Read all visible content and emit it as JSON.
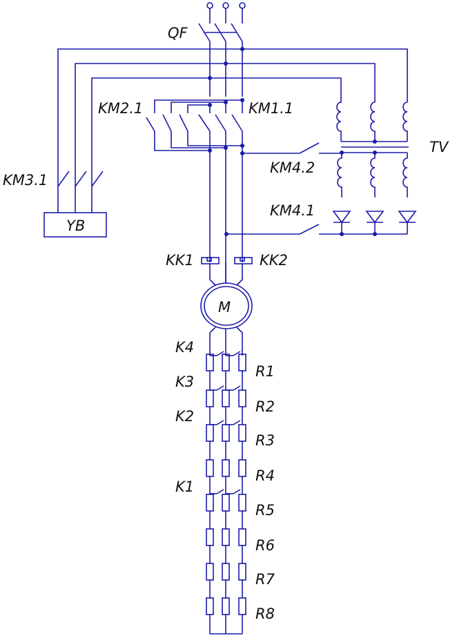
{
  "diagram": {
    "type": "electrical-schematic",
    "colors": {
      "wire": "#1a1aa8",
      "text": "#111111",
      "background": "#ffffff"
    },
    "labels": {
      "breaker": "QF",
      "contactor_reverse": "KM2.1",
      "contactor_forward": "KM1.1",
      "brake_contactor": "KM3.1",
      "brake": "YB",
      "transformer": "TV",
      "dc_brake_contact_2": "KM4.2",
      "dc_brake_contact_1": "KM4.1",
      "thermal_relay_1": "KK1",
      "thermal_relay_2": "KK2",
      "motor": "M",
      "rotor_contacts": [
        "K4",
        "K3",
        "K2",
        "K1"
      ],
      "resistors": [
        "R1",
        "R2",
        "R3",
        "R4",
        "R5",
        "R6",
        "R7",
        "R8"
      ]
    }
  }
}
